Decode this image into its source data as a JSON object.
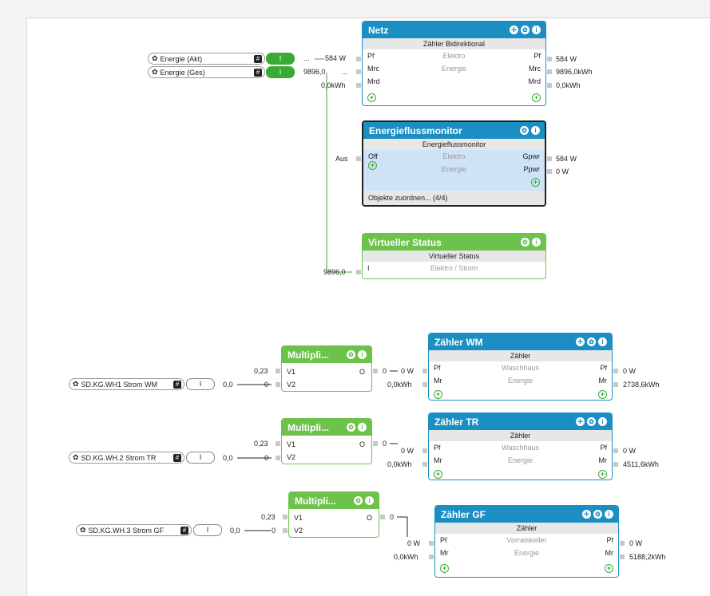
{
  "netz": {
    "title": "Netz",
    "subtitle": "Zähler Bidirektional",
    "line1": "Elektro",
    "line2": "Energie",
    "in": [
      "Pf",
      "Mrc",
      "Mrd"
    ],
    "out": [
      "Pf",
      "Mrc",
      "Mrd"
    ],
    "outVals": [
      "584 W",
      "9896,0kWh",
      "0,0kWh"
    ],
    "inVals": [
      "584 W",
      "9896,0",
      "0,0kWh"
    ]
  },
  "inputs_top": [
    {
      "label": "Energie (Akt)",
      "hash": "#",
      "toggle": "I",
      "dots": "..."
    },
    {
      "label": "Energie (Ges)",
      "hash": "#",
      "toggle": "I",
      "dots": "..."
    }
  ],
  "efm": {
    "title": "Energieflussmonitor",
    "subtitle": "Energieflussmonitor",
    "line1": "Elektro",
    "line2": "Energie",
    "in": [
      "Off"
    ],
    "inVal": "Aus",
    "out": [
      "Gpwr",
      "Ppwr"
    ],
    "outVals": [
      "584 W",
      "0 W"
    ],
    "footer": "Objekte zuordnen... (4/4)"
  },
  "vs": {
    "title": "Virtueller Status",
    "subtitle": "Virtueller Status",
    "line1": "Elektro / Strom",
    "in": [
      "I"
    ],
    "inVal": "9896,0"
  },
  "mult": [
    {
      "title": "Multipli...",
      "in": [
        "V1",
        "V2"
      ],
      "out": "O",
      "v1": "0,23",
      "v2": "0",
      "outVal": "0"
    },
    {
      "title": "Multipli...",
      "in": [
        "V1",
        "V2"
      ],
      "out": "O",
      "v1": "0,23",
      "v2": "0",
      "outVal": "0"
    },
    {
      "title": "Multipli...",
      "in": [
        "V1",
        "V2"
      ],
      "out": "O",
      "v1": "0,23",
      "v2": "0",
      "outVal": "0"
    }
  ],
  "inputs_bottom": [
    {
      "label": "SD.KG.WH1 Strom WM",
      "hash": "#",
      "toggle": "I",
      "val": "0,0"
    },
    {
      "label": "SD.KG.WH.2 Strom TR",
      "hash": "#",
      "toggle": "I",
      "val": "0,0"
    },
    {
      "label": "SD.KG.WH.3 Strom GF",
      "hash": "#",
      "toggle": "I",
      "val": "0,0"
    }
  ],
  "meters": [
    {
      "title": "Zähler WM",
      "subtitle": "Zähler",
      "line1": "Waschhaus",
      "line2": "Energie",
      "in": [
        "Pf",
        "Mr"
      ],
      "out": [
        "Pf",
        "Mr"
      ],
      "inVals": [
        "0 W",
        "0,0kWh"
      ],
      "outVals": [
        "0 W",
        "2738,6kWh"
      ]
    },
    {
      "title": "Zähler TR",
      "subtitle": "Zähler",
      "line1": "Waschhaus",
      "line2": "Energie",
      "in": [
        "Pf",
        "Mr"
      ],
      "out": [
        "Pf",
        "Mr"
      ],
      "inVals": [
        "0 W",
        "0,0kWh"
      ],
      "outVals": [
        "0 W",
        "4511,6kWh"
      ]
    },
    {
      "title": "Zähler GF",
      "subtitle": "Zähler",
      "line1": "Vorratskeller",
      "line2": "Energie",
      "in": [
        "Pf",
        "Mr"
      ],
      "out": [
        "Pf",
        "Mr"
      ],
      "inVals": [
        "0 W",
        "0,0kWh"
      ],
      "outVals": [
        "0 W",
        "5188,2kWh"
      ]
    }
  ],
  "icons": {
    "move": "move-icon",
    "settings": "gear-icon",
    "info": "info-icon",
    "add": "add-icon"
  },
  "colors": {
    "blue": "#1b8fc3",
    "green": "#6cc24a",
    "toggle_on": "#3aaa35"
  }
}
